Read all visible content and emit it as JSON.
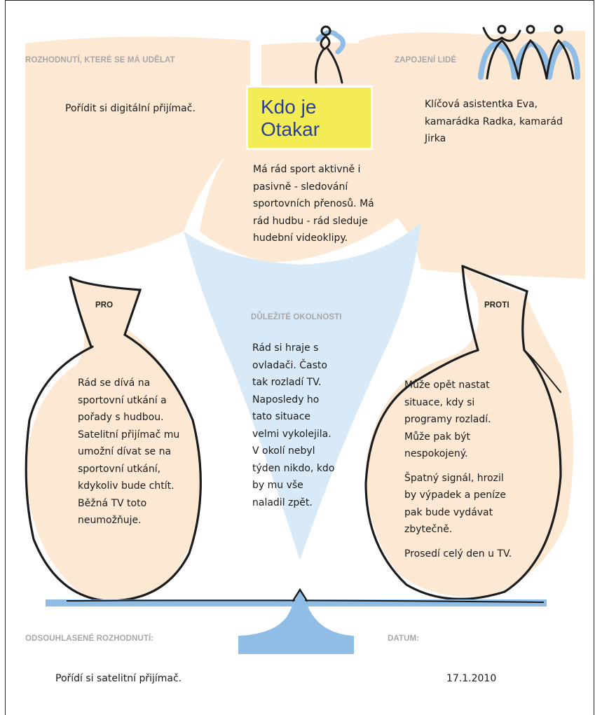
{
  "decision": {
    "label": "ROZHODNUTÍ, KTERÉ SE MÁ UDĚLAT",
    "text": "Pořídit si digitální přijímač."
  },
  "title": {
    "line1": "Kdo je",
    "line2": "Otakar"
  },
  "about": {
    "lines": [
      "Má rád sport aktivně i",
      "pasivně - sledování",
      "sportovních přenosů. Má",
      "rád hudbu - rád sleduje",
      "hudební videoklipy."
    ]
  },
  "people": {
    "label": "ZAPOJENÍ LIDÉ",
    "lines": [
      "Klíčová asistentka Eva,",
      "kamarádka Radka, kamarád",
      "Jirka"
    ]
  },
  "pro": {
    "label": "PRO",
    "lines": [
      "Rád se dívá na",
      "sportovní utkání a",
      "pořady s hudbou.",
      "Satelitní přijímač mu",
      "umožní dívat se na",
      "sportovní utkání,",
      "kdykoliv bude chtít.",
      "Běžná TV toto",
      "neumožňuje."
    ]
  },
  "circumstances": {
    "label": "DŮLEŽITÉ OKOLNOSTI",
    "lines": [
      "Rád si hraje s",
      "ovladači. Často",
      "tak rozladí TV.",
      "Naposledy ho",
      "tato situace",
      "velmi vykolejila.",
      "V okolí nebyl",
      "týden nikdo, kdo",
      "by mu vše",
      "naladil zpět."
    ]
  },
  "proti": {
    "label": "PROTI",
    "para1": [
      "Může opět nastat",
      "situace, kdy si",
      "programy rozladí.",
      "Může pak být",
      "nespokojený."
    ],
    "para2": [
      "Špatný signál, hrozil",
      "by výpadek a peníze",
      "pak bude vydávat",
      "zbytečně."
    ],
    "para3": [
      "Prosedí celý den u TV."
    ]
  },
  "agreed": {
    "label": "ODSOUHLASENÉ ROZHODNUTÍ:",
    "text": "Pořídí si satelitní přijímač."
  },
  "date": {
    "label": "DATUM:",
    "text": "17.1.2010"
  },
  "colors": {
    "peach": "#fde9d3",
    "blue": "#d8e9f7",
    "blue_dark": "#8fbde6",
    "yellow": "#f4ec55",
    "title": "#2c3f96"
  },
  "icons": [
    "person-icon",
    "group-of-people-icon",
    "balance-scale-icon"
  ]
}
